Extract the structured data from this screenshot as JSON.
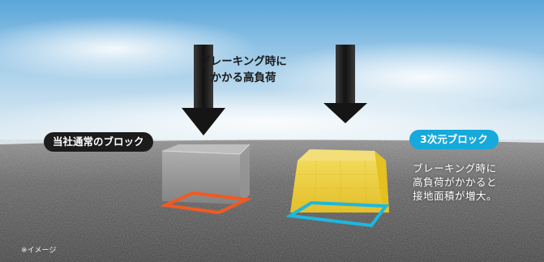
{
  "diagram": {
    "load_caption": [
      "ブレーキング時に",
      "かかる高負荷"
    ],
    "normal_block_label": "当社通常のブロック",
    "three_d_block_label": "3次元ブロック",
    "three_d_description": [
      "ブレーキング時に",
      "高負荷がかかると",
      "接地面積が増大。"
    ],
    "image_note": "※イメージ"
  },
  "colors": {
    "sky_top": "#5aa6da",
    "sky_haze": "#eef4f6",
    "asphalt": "#4a4a4a",
    "arrow": "#1e1e1e",
    "normal_block": "#9a9a9a",
    "normal_contact": "#f05a22",
    "three_d_block": "#f5d53a",
    "three_d_contact": "#1bb8e0",
    "label_dark": "#1c1c1c",
    "label_accent": "#16a9db"
  },
  "icons": [
    "load-arrow-icon",
    "load-arrow-icon"
  ]
}
